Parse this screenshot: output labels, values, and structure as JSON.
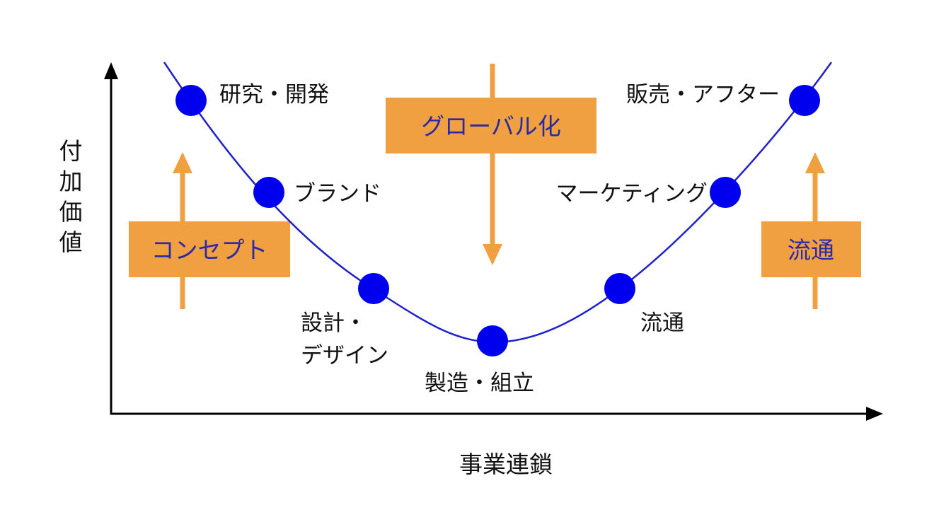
{
  "y_axis_label": [
    "付",
    "加",
    "価",
    "値"
  ],
  "x_axis_label": "事業連鎖",
  "colors": {
    "curve": "#2020cc",
    "node": "#0000ee",
    "box": "#f0a040",
    "box_text": "#2a2aa8",
    "axis": "#000000"
  },
  "stages": {
    "research": "研究・開発",
    "brand": "ブランド",
    "design_1": "設計・",
    "design_2": "デザイン",
    "manufacturing": "製造・組立",
    "distribution": "流通",
    "marketing": "マーケティング",
    "sales": "販売・アフター"
  },
  "boxes": {
    "concept": "コンセプト",
    "globalization": "グローバル化",
    "distribution": "流通"
  }
}
